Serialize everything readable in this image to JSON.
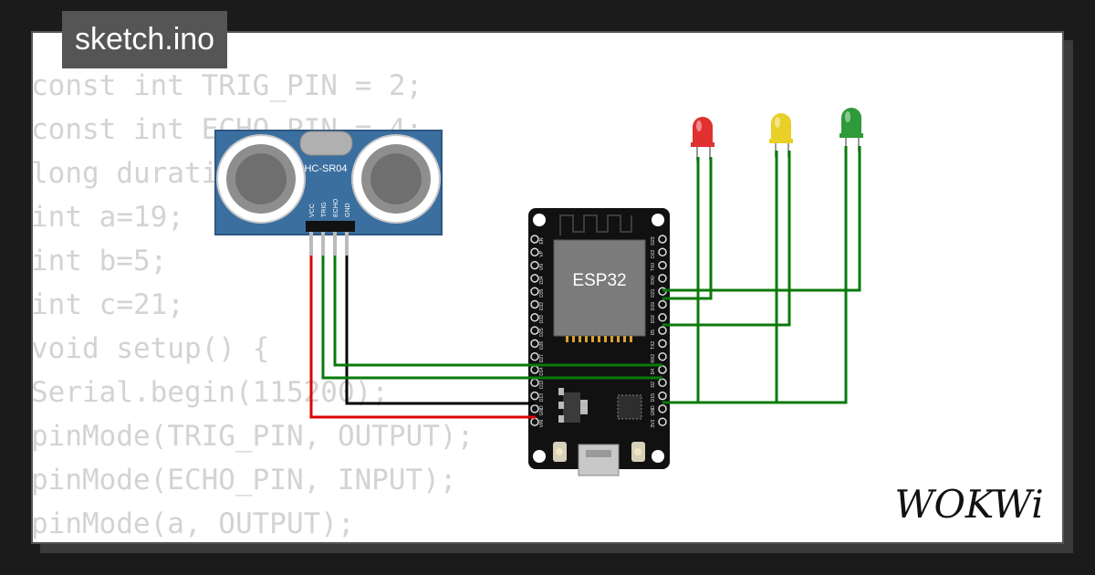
{
  "file_tab": {
    "label": "sketch.ino"
  },
  "code_lines": [
    "const int TRIG_PIN = 2;",
    "const int ECHO_PIN = 4;",
    "long duration, distance;",
    "int a=19;",
    "int b=5;",
    "int c=21;",
    "void setup() {",
    "Serial.begin(115200);",
    "pinMode(TRIG_PIN, OUTPUT);",
    "pinMode(ECHO_PIN, INPUT);",
    "pinMode(a, OUTPUT);"
  ],
  "sensor": {
    "name": "HC-SR04",
    "pins": [
      "VCC",
      "TRIG",
      "ECHO",
      "GND"
    ]
  },
  "board": {
    "name": "ESP32",
    "left_pins": [
      "EN",
      "VP",
      "VN",
      "D34",
      "D35",
      "D32",
      "D33",
      "D25",
      "D26",
      "D27",
      "D14",
      "D12",
      "D13",
      "GND",
      "VIN"
    ],
    "right_pins": [
      "D23",
      "D22",
      "TX0",
      "RX0",
      "D21",
      "D19",
      "D18",
      "D5",
      "TX2",
      "RX2",
      "D4",
      "D2",
      "D15",
      "GND",
      "3V3"
    ]
  },
  "leds": [
    {
      "color": "#e03030",
      "name": "red-led"
    },
    {
      "color": "#e8d028",
      "name": "yellow-led"
    },
    {
      "color": "#2f9a3a",
      "name": "green-led"
    }
  ],
  "wire_colors": {
    "signal": "#0a7a0a",
    "power": "#dd0000",
    "ground": "#000000"
  },
  "brand": {
    "label": "WOKWi"
  }
}
